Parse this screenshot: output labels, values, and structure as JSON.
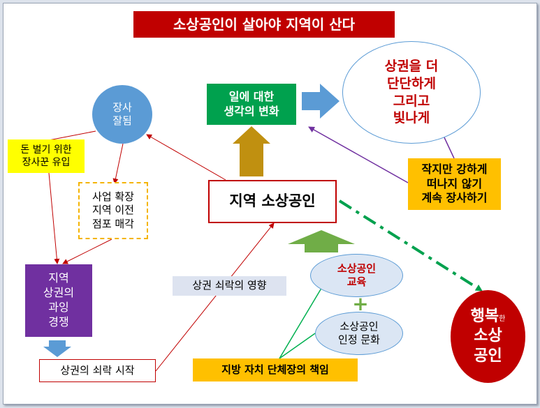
{
  "title": "소상공인이 살아야 지역이 산다",
  "nodes": {
    "business_good": "장사\n잘됨",
    "mindset_change": "일에 대한\n생각의 변화",
    "commercial_area_goal": "상권을 더\n단단하게\n그리고\n빛나게",
    "merchant_inflow": "돈 벌기 위한\n장사꾼 유입",
    "business_expansion": "사업 확장\n지역 이전\n점포 매각",
    "local_merchants": "지역 소상공인",
    "small_strong": "작지만 강하게\n떠나지 않기\n계속 장사하기",
    "overcompetition": "지역\n상권의\n과잉\n경쟁",
    "decline_impact": "상권 쇠락의 영향",
    "education": "소상공인\n교육",
    "plus_sign": "+",
    "recognition_culture": "소상공인\n인정 문화",
    "decline_start": "상권의 쇠락 시작",
    "local_gov_responsibility": "지방 자치 단체장의 책임",
    "happy_line1": "행복",
    "happy_sub": "한",
    "happy_line2": "소상",
    "happy_line3": "공인"
  },
  "colors": {
    "title_bg": "#c00000",
    "blue_circle": "#5b9bd5",
    "green_box": "#00a14e",
    "purple_box": "#7030a0",
    "orange_box": "#ffc000",
    "yellow_box": "#ffff00",
    "arrow_gold": "#c09010",
    "arrow_olive": "#70ad47",
    "arrow_blue": "#5b9bd5",
    "dash_green": "#00a14e",
    "line_red": "#c00000",
    "line_purple": "#7030a0",
    "line_green": "#00b050"
  }
}
